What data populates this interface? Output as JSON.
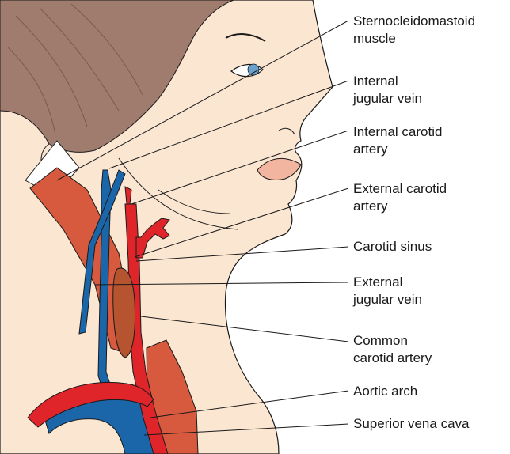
{
  "labels": [
    {
      "lines": [
        "Sternocleidomastoid",
        "muscle"
      ]
    },
    {
      "lines": [
        "Internal",
        "jugular vein"
      ]
    },
    {
      "lines": [
        "Internal carotid",
        "artery"
      ]
    },
    {
      "lines": [
        "External carotid",
        "artery"
      ]
    },
    {
      "lines": [
        "Carotid sinus"
      ]
    },
    {
      "lines": [
        "External",
        "jugular vein"
      ]
    },
    {
      "lines": [
        "Common",
        "carotid artery"
      ]
    },
    {
      "lines": [
        "Aortic arch"
      ]
    },
    {
      "lines": [
        "Superior vena cava"
      ]
    }
  ],
  "colors": {
    "skin": "#fbe6d2",
    "hair": "#a07c6e",
    "vein": "#1a66a8",
    "artery": "#e0252a",
    "muscle": "#d85a3e",
    "line": "#1a1a1a"
  }
}
